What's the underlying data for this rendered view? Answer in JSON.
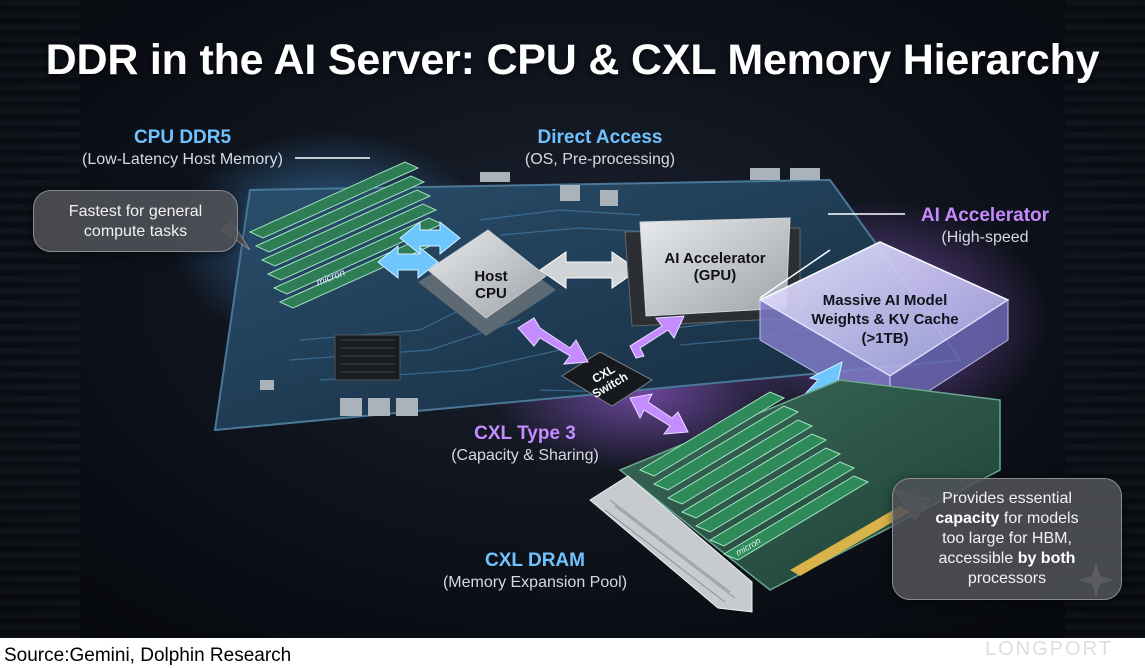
{
  "title": "DDR in the AI Server: CPU & CXL Memory Hierarchy",
  "labels": {
    "cpu_ddr5": {
      "heading": "CPU DDR5",
      "sub": "(Low-Latency Host Memory)"
    },
    "direct_access": {
      "heading": "Direct Access",
      "sub": "(OS, Pre-processing)"
    },
    "ai_accelerator": {
      "heading": "AI Accelerator",
      "sub": "(High-speed"
    },
    "cxl_type3": {
      "heading": "CXL Type 3",
      "sub": "(Capacity & Sharing)"
    },
    "cxl_dram": {
      "heading": "CXL DRAM",
      "sub": "(Memory Expansion Pool)"
    }
  },
  "chips": {
    "host_cpu": [
      "Host",
      "CPU"
    ],
    "gpu": [
      "AI Accelerator",
      "(GPU)"
    ],
    "cxl_switch": [
      "CXL",
      "Switch"
    ],
    "model_memory": [
      "Massive AI Model",
      "Weights & KV Cache",
      "(>1TB)"
    ]
  },
  "dimm_brand": "micron",
  "bubbles": {
    "fastest": [
      "Fastest for general",
      "compute tasks"
    ],
    "capacity": {
      "line1": "Provides essential",
      "line2_bold": "capacity",
      "line2_rest": " for models",
      "line3": "too large for HBM,",
      "line4_pre": "accessible ",
      "line4_bold": "by both",
      "line5": "processors"
    }
  },
  "source": "Source:Gemini, Dolphin Research",
  "watermark": "LONGPORT",
  "colors": {
    "blue_accent": "#6fc3ff",
    "purple_accent": "#c58bff",
    "pcb": "#1c3a52",
    "dimm_green": "#2f7d55"
  }
}
